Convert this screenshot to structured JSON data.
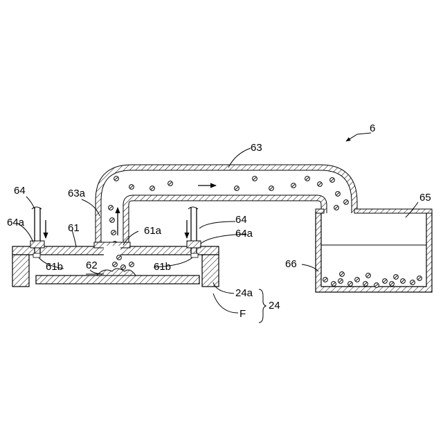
{
  "labels": {
    "l6": "6",
    "l63": "63",
    "l63a": "63a",
    "l64_left": "64",
    "l64a_left": "64a",
    "l61": "61",
    "l61a": "61a",
    "l64_right": "64",
    "l64a_right": "64a",
    "l61b_left": "61b",
    "l62": "62",
    "l61b_right": "61b",
    "l24a": "24a",
    "l24": "24",
    "lF": "F",
    "l65": "65",
    "l66": "66"
  }
}
